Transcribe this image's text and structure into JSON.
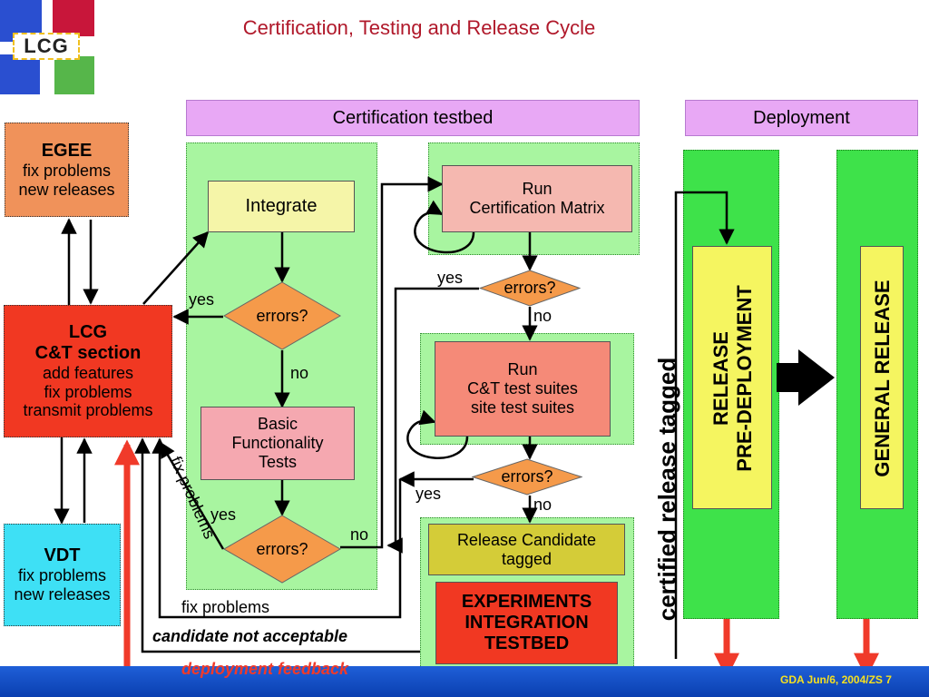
{
  "title": "Certification, Testing and Release Cycle",
  "logo": {
    "text": "LCG"
  },
  "headers": {
    "certification": "Certification testbed",
    "deployment": "Deployment"
  },
  "egee": {
    "title": "EGEE",
    "line1": "fix problems",
    "line2": "new releases"
  },
  "lcg": {
    "title1": "LCG",
    "title2": "C&T section",
    "line1": "add features",
    "line2": "fix problems",
    "line3": "transmit problems"
  },
  "vdt": {
    "title": "VDT",
    "line1": "fix problems",
    "line2": "new releases"
  },
  "integrate": "Integrate",
  "errors": "errors?",
  "basic": {
    "line1": "Basic",
    "line2": "Functionality",
    "line3": "Tests"
  },
  "run_cert": {
    "line1": "Run",
    "line2": "Certification Matrix"
  },
  "run_ct": {
    "line1": "Run",
    "line2": "C&T test suites",
    "line3": "site test suites"
  },
  "rc": {
    "line1": "Release Candidate",
    "line2": "tagged"
  },
  "experiments": {
    "line1": "EXPERIMENTS",
    "line2": "INTEGRATION",
    "line3": "TESTBED"
  },
  "release_pre": {
    "line1": "RELEASE",
    "line2": "PRE-DEPLOYMENT"
  },
  "general": "GENERAL RELEASE",
  "certified": "certified release tagged",
  "labels": {
    "yes": "yes",
    "no": "no",
    "fix_problems_diag": "fix problems",
    "fix_problems": "fix problems",
    "candidate": "candidate not acceptable",
    "deployment_feedback": "deployment feedback"
  },
  "footer": "GDA Jun/6, 2004/ZS 7",
  "colors": {
    "arrow_red": "#f03a2a",
    "title_red": "#b0182a",
    "footer_blue": "#0a3fb0"
  }
}
